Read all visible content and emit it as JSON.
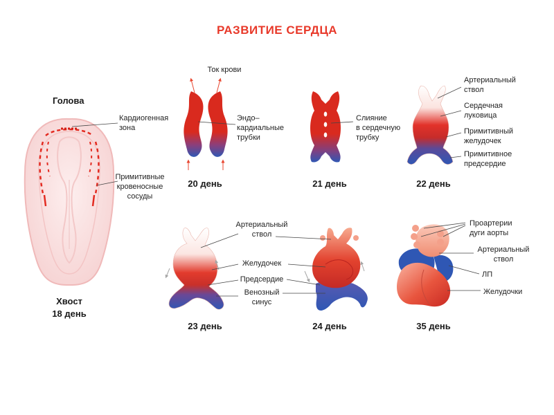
{
  "title": "РАЗВИТИЕ СЕРДЦА",
  "embryo": {
    "head": "Голова",
    "tail": "Хвост",
    "day": "18 день",
    "cardiogenic_zone": [
      "Кардиогенная",
      "зона"
    ],
    "primitive_vessels": [
      "Примитивные",
      "кровеносные",
      "сосуды"
    ]
  },
  "stage20": {
    "day": "20 день",
    "blood_flow": "Ток крови",
    "endocardial": [
      "Эндо–",
      "кардиальные",
      "трубки"
    ]
  },
  "stage21": {
    "day": "21 день",
    "fusion": [
      "Слияние",
      "в сердечную",
      "трубку"
    ]
  },
  "stage22": {
    "day": "22 день",
    "trunk": [
      "Артериальный",
      "ствол"
    ],
    "bulb": [
      "Сердечная",
      "луковица"
    ],
    "ventricle": [
      "Примитивный",
      "желудочек"
    ],
    "atrium": [
      "Примитивное",
      "предсердие"
    ]
  },
  "stage23": {
    "day": "23 день",
    "trunk": [
      "Артериальный",
      "ствол"
    ],
    "ventricle": "Желудочек",
    "atrium": "Предсердие",
    "sinus": [
      "Венозный",
      "синус"
    ]
  },
  "stage24": {
    "day": "24 день"
  },
  "stage35": {
    "day": "35 день",
    "proarteries": [
      "Проартерии",
      "дуги аорты"
    ],
    "trunk": [
      "Артериальный",
      "ствол"
    ],
    "lp": "ЛП",
    "ventricles": "Желудочки"
  },
  "colors": {
    "title": "#e8392a",
    "red": "#d92a1e",
    "blue": "#2f57b4",
    "arrow": "#e8462f",
    "embryo_fill": "#f9dede",
    "embryo_edge": "#f0b9b9"
  }
}
